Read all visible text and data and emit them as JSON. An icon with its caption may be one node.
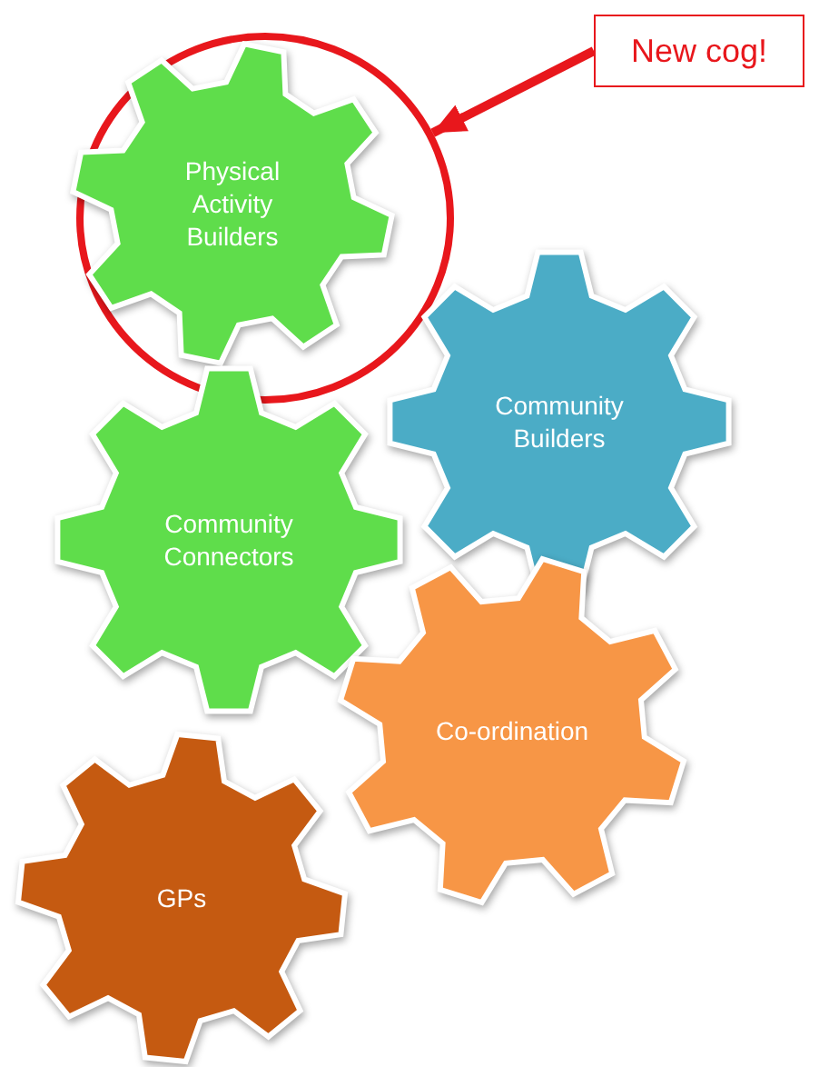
{
  "diagram": {
    "nodes": [
      {
        "text": [],
        "shape": "circle"
      },
      {
        "text": [
          "Physical Activity Builders"
        ],
        "in": 0
      },
      {
        "text": [
          "New cog!"
        ]
      },
      {
        "text": [
          "Community Builders"
        ]
      },
      {
        "text": [
          "Community Connectors"
        ]
      },
      {
        "text": [
          "Co-ordination"
        ]
      },
      {
        "text": [
          "GPs"
        ]
      }
    ],
    "edges": [
      {
        "from": 2,
        "to": 0,
        "arrow": "to",
        "color": "#e8171c"
      }
    ]
  }
}
